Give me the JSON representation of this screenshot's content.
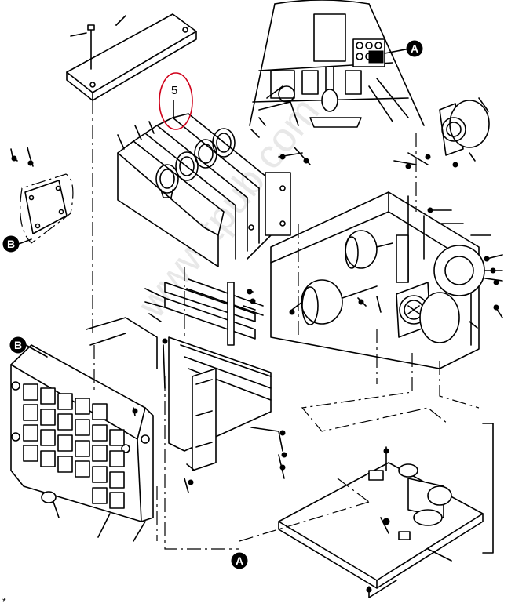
{
  "figure": {
    "item_number": "5",
    "callouts": [
      "A",
      "B",
      "B",
      "A"
    ],
    "watermark": "www.tpub.com",
    "footer_mark": "*"
  },
  "colors": {
    "line": "#000000",
    "background": "#ffffff",
    "highlight_circle": "#d0021b"
  }
}
